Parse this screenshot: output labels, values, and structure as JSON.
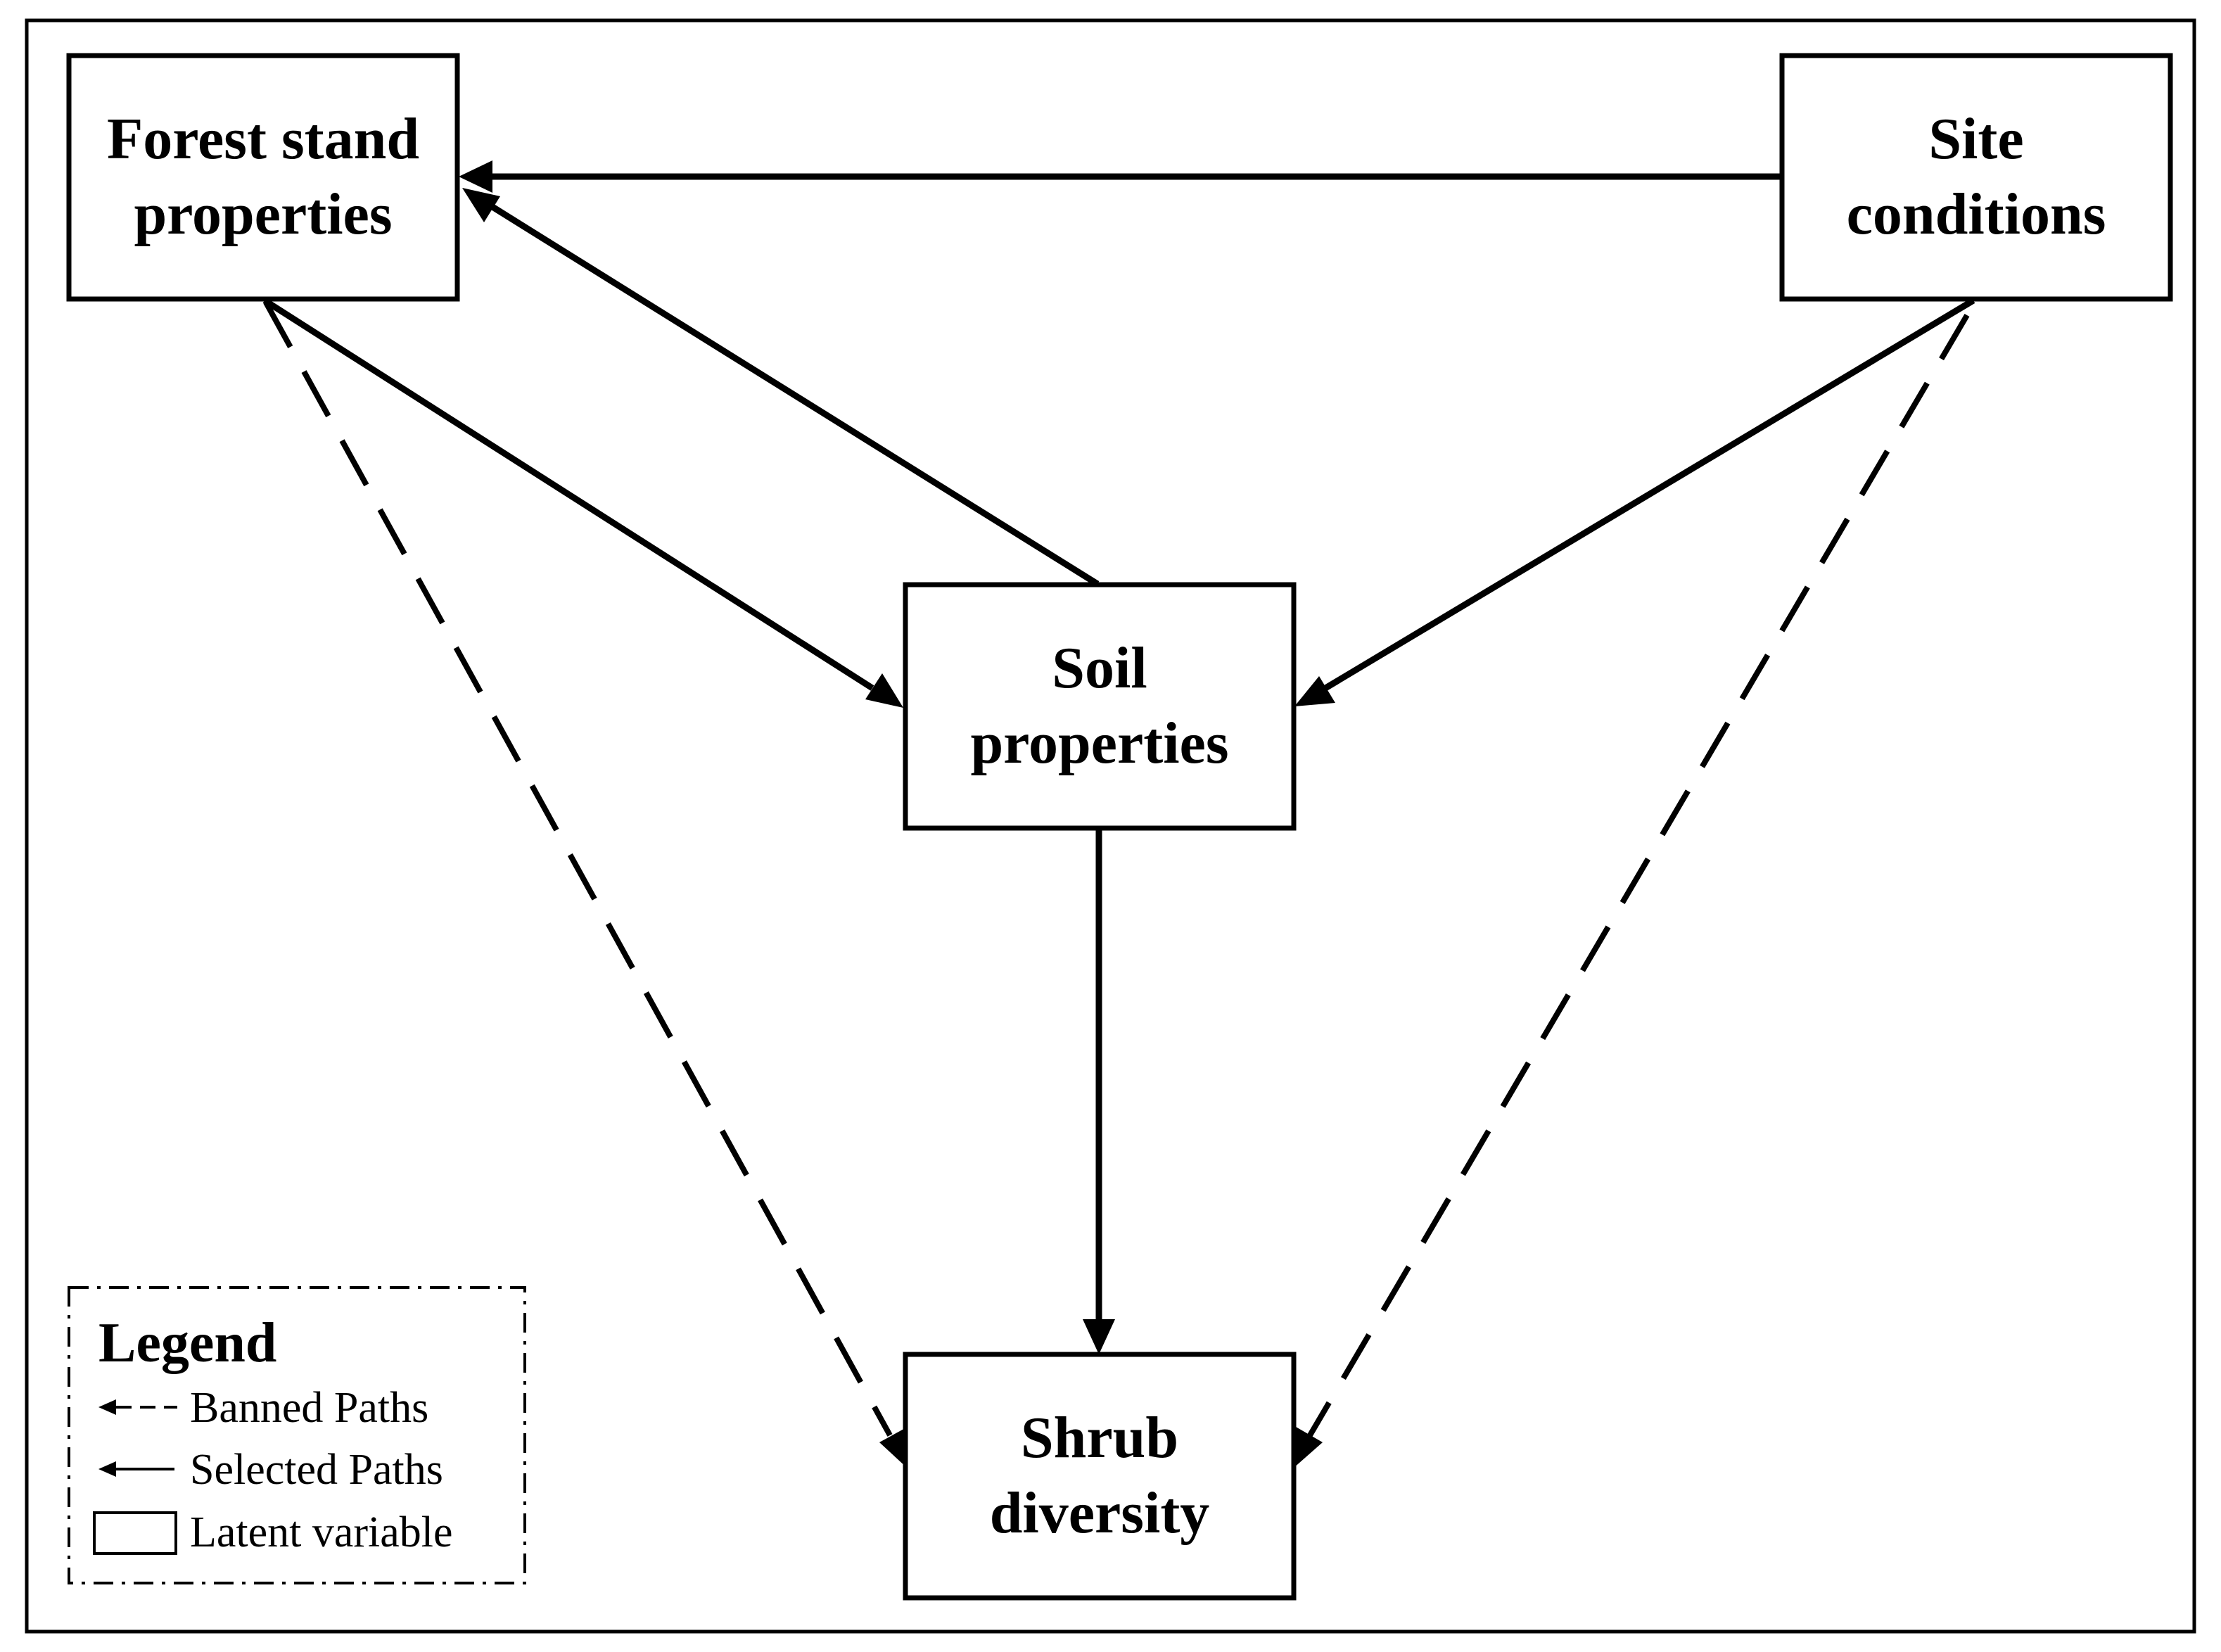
{
  "nodes": {
    "forest_stand": {
      "line1": "Forest stand",
      "line2": "properties"
    },
    "site_conditions": {
      "line1": "Site",
      "line2": "conditions"
    },
    "soil": {
      "line1": "Soil",
      "line2": "properties"
    },
    "shrub": {
      "line1": "Shrub",
      "line2": "diversity"
    }
  },
  "edges": [
    {
      "from": "Site conditions",
      "to": "Forest stand properties",
      "style": "selected"
    },
    {
      "from": "Soil properties",
      "to": "Forest stand properties",
      "style": "selected"
    },
    {
      "from": "Forest stand properties",
      "to": "Soil properties",
      "style": "selected"
    },
    {
      "from": "Site conditions",
      "to": "Soil properties",
      "style": "selected"
    },
    {
      "from": "Soil properties",
      "to": "Shrub diversity",
      "style": "selected"
    },
    {
      "from": "Forest stand properties",
      "to": "Shrub diversity",
      "style": "banned"
    },
    {
      "from": "Site conditions",
      "to": "Shrub diversity",
      "style": "banned"
    }
  ],
  "legend": {
    "title": "Legend",
    "banned": "Banned Paths",
    "selected": "Selected Paths",
    "latent": "Latent variable"
  },
  "colors": {
    "stroke": "#000000",
    "background": "#ffffff"
  }
}
